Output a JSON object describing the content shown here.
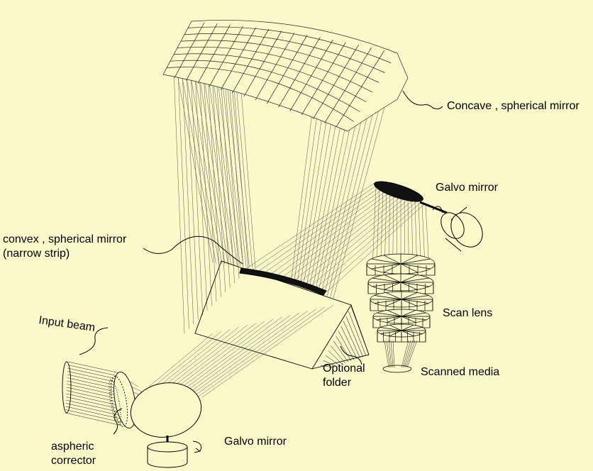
{
  "labels": {
    "concave_mirror": "Concave , spherical mirror",
    "galvo_mirror_top": "Galvo mirror",
    "convex_mirror_line1": "convex , spherical mirror",
    "convex_mirror_line2": "(narrow strip)",
    "scan_lens": "Scan lens",
    "input_beam": "Input beam",
    "optional_folder_line1": "Optional",
    "optional_folder_line2": "folder",
    "scanned_media": "Scanned media",
    "aspheric_line1": "aspheric",
    "aspheric_line2": "corrector",
    "galvo_mirror_bottom": "Galvo mirror"
  },
  "colors": {
    "background": "#fbf8c9",
    "line": "#000000",
    "ray": "#555555"
  }
}
